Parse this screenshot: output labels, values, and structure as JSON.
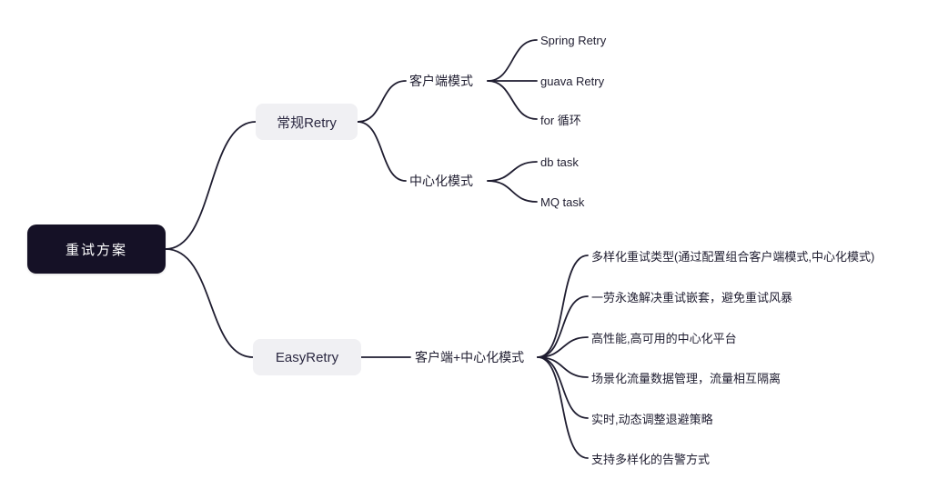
{
  "title": "重试方案",
  "colors": {
    "canvas_bg": "#ffffff",
    "root_bg": "#151126",
    "root_text": "#ffffff",
    "branch_bg": "#f0f0f3",
    "branch_text": "#2a2740",
    "node_text": "#1f1d30",
    "connector": "#1f1d30"
  },
  "root": {
    "label": "重试方案"
  },
  "branches": [
    {
      "label": "常规Retry",
      "children": [
        {
          "label": "客户端模式",
          "leaves": [
            "Spring Retry",
            "guava Retry",
            "for 循环"
          ]
        },
        {
          "label": "中心化模式",
          "leaves": [
            "db task",
            "MQ task"
          ]
        }
      ]
    },
    {
      "label": "EasyRetry",
      "children": [
        {
          "label": "客户端+中心化模式",
          "leaves": [
            "多样化重试类型(通过配置组合客户端模式,中心化模式)",
            "一劳永逸解决重试嵌套，避免重试风暴",
            "高性能,高可用的中心化平台",
            "场景化流量数据管理，流量相互隔离",
            "实时,动态调整退避策略",
            "支持多样化的告警方式"
          ]
        }
      ]
    }
  ]
}
